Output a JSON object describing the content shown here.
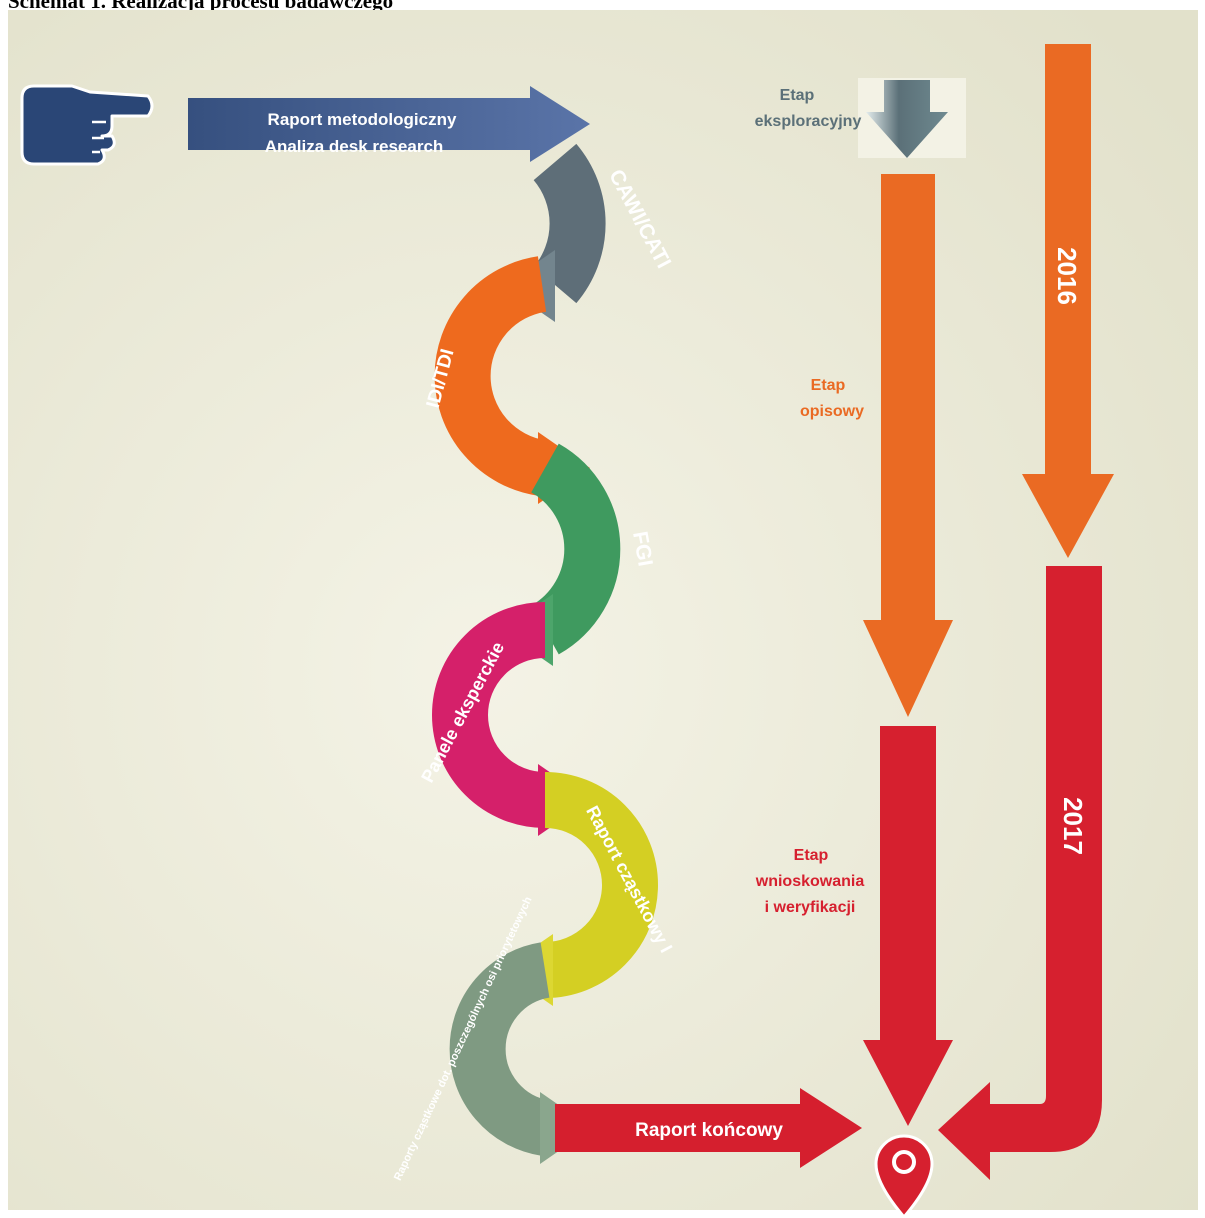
{
  "title": "Schemat 1. Realizacja procesu badawczego",
  "start_box": {
    "line1": "Raport metodologiczny",
    "line2": "Analiza desk research"
  },
  "steps": [
    {
      "label": "CAWI/CATI",
      "color": "#5e6e78"
    },
    {
      "label": "IDI/TDI",
      "color": "#ee6a1e"
    },
    {
      "label": "FGI",
      "color": "#3f9a5f"
    },
    {
      "label": "Panele eksperckie",
      "color": "#d5206a"
    },
    {
      "label": "Raport cząstkowy I",
      "color": "#d4cf23"
    },
    {
      "label": "Raporty cząstkowe dot. poszczególnych osi priorytetowych",
      "color": "#7f9a82"
    }
  ],
  "final": {
    "label": "Raport końcowy",
    "color": "#d51f2e"
  },
  "stages": [
    {
      "line1": "Etap",
      "line2": "eksploracyjny",
      "color": "#5b7078"
    },
    {
      "line1": "Etap",
      "line2": "opisowy",
      "color": "#ea6a23"
    },
    {
      "line1": "Etap",
      "line2": "wnioskowania",
      "line3": "i weryfikacji",
      "color": "#d6202f"
    }
  ],
  "years": [
    {
      "label": "2016",
      "color": "#ea6a23"
    },
    {
      "label": "2017",
      "color": "#d6202f"
    }
  ],
  "colors": {
    "background": "#e9e8d6",
    "hand": "#3b5687",
    "start_arrow": "#3f5a8c",
    "text_white": "#ffffff"
  },
  "icons": [
    "pointing-hand-icon",
    "location-pin-icon"
  ]
}
